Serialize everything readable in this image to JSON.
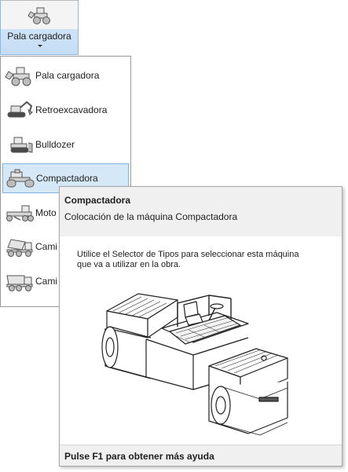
{
  "ribbon_button": {
    "label": "Pala cargadora",
    "icon": "wheel-loader-icon"
  },
  "menu": {
    "items": [
      {
        "label": "Pala cargadora",
        "icon": "wheel-loader-icon",
        "selected": false
      },
      {
        "label": "Retroexcavadora",
        "icon": "excavator-icon",
        "selected": false
      },
      {
        "label": "Bulldozer",
        "icon": "bulldozer-icon",
        "selected": false
      },
      {
        "label": "Compactadora",
        "icon": "compactor-icon",
        "selected": true
      },
      {
        "label": "Moto",
        "icon": "motor-grader-icon",
        "selected": false
      },
      {
        "label": "Cami",
        "icon": "mixer-truck-icon",
        "selected": false
      },
      {
        "label": "Cami",
        "icon": "dump-truck-icon",
        "selected": false
      }
    ]
  },
  "tooltip": {
    "title": "Compactadora",
    "subtitle": "Colocación de la máquina Compactadora",
    "description": "Utilice el Selector de Tipos para seleccionar esta máquina que va a utilizar en la obra.",
    "image": "compactor-illustration",
    "help": "Pulse F1 para obtener más ayuda"
  },
  "colors": {
    "selection_bg": "#d5e8f7",
    "selection_border": "#7eb4e2",
    "tooltip_band": "#f0f0f0"
  }
}
